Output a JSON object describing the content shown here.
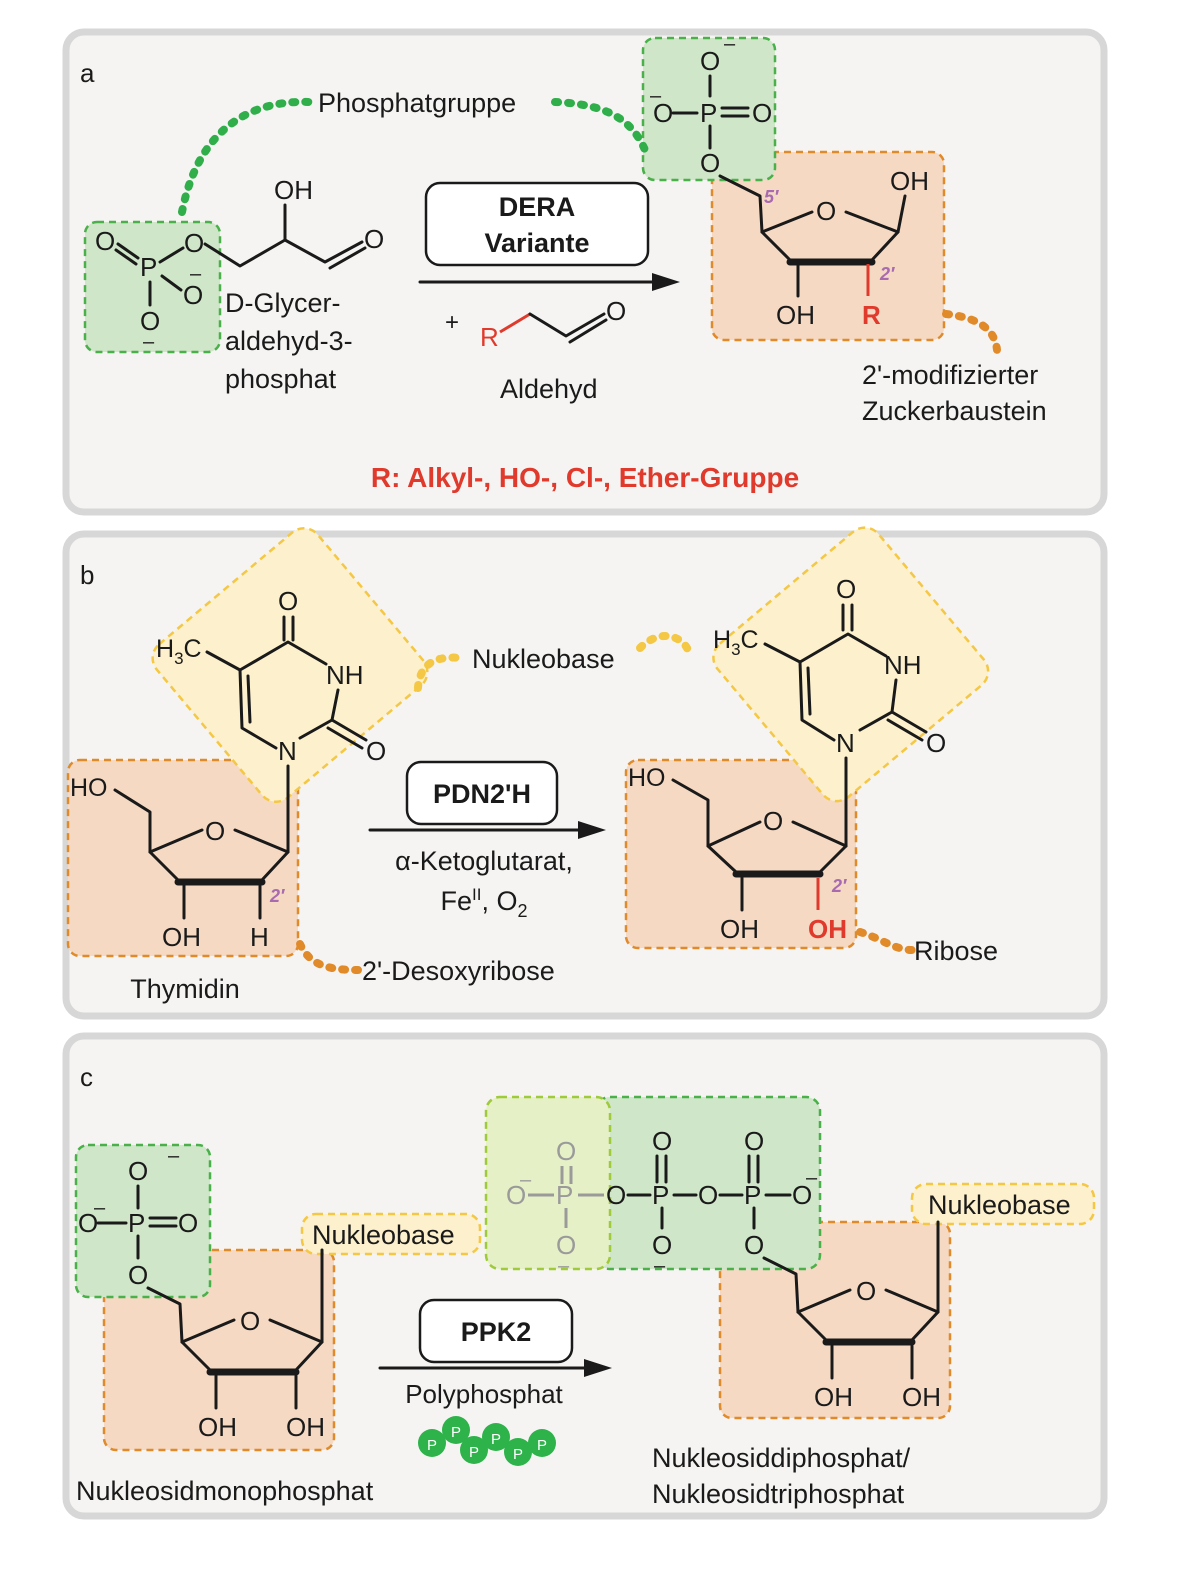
{
  "panels": {
    "a": {
      "letter": "a",
      "phosphate_group_label": "Phosphatgruppe",
      "substrate_label_lines": [
        "D-Glycer-",
        "aldehyd-3-",
        "phosphat"
      ],
      "enzyme_lines": [
        "DERA",
        "Variante"
      ],
      "cosubstrate_plus": "+",
      "cosubstrate_label": "Aldehyd",
      "product_label_lines": [
        "2'-modifizierter",
        "Zuckerbaustein"
      ],
      "r_group_note": "R: Alkyl-, HO-, Cl-, Ether-Gruppe",
      "atoms": {
        "oh": "OH",
        "o": "O",
        "p": "P",
        "r": "R",
        "minus": "–",
        "pos5": "5′",
        "pos2": "2′"
      }
    },
    "b": {
      "letter": "b",
      "nucleobase_label": "Nukleobase",
      "enzyme": "PDN2'H",
      "conditions_line1": "α-Ketoglutarat,",
      "conditions_line2_fe": "Fe",
      "conditions_line2_fe_sup": "II",
      "conditions_line2_o2": ", O",
      "conditions_line2_o2_sub": "2",
      "substrate_name": "Thymidin",
      "deoxyribose_label": "2'-Desoxyribose",
      "ribose_label": "Ribose",
      "atoms": {
        "h3c": "H",
        "h3c_sub": "3",
        "h3c_c": "C",
        "nh": "NH",
        "n": "N",
        "o": "O",
        "ho": "HO",
        "oh": "OH",
        "h": "H",
        "pos2": "2′"
      }
    },
    "c": {
      "letter": "c",
      "enzyme": "PPK2",
      "cofactor_label": "Polyphosphat",
      "pp_letter": "P",
      "substrate_name": "Nukleosidmonophosphat",
      "nucleobase_label": "Nukleobase",
      "product_lines": [
        "Nukleosiddiphosphat/",
        "Nukleosidtriphosphat"
      ],
      "atoms": {
        "o": "O",
        "p": "P",
        "oh": "OH",
        "minus": "–"
      }
    }
  },
  "colors": {
    "phosphate": "#cfe6c8",
    "sugar": "#f5d9c3",
    "nucleobase": "#fdf0cc",
    "r_group": "#e03a2c",
    "position_marker": "#a86bb0",
    "polyphosphate": "#2db34a"
  }
}
